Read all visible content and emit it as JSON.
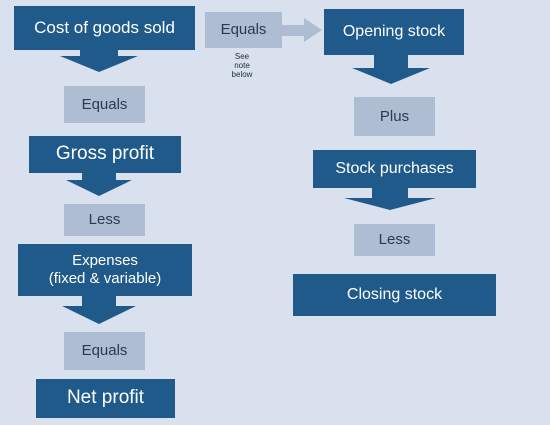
{
  "colors": {
    "background": "#d9e1ee",
    "dark_box": "#1f5a8a",
    "light_box": "#aebdd2",
    "arrow_dark": "#1f5a8a",
    "arrow_light": "#aebdd2"
  },
  "left_column": {
    "cost_of_goods_sold": "Cost of goods sold",
    "equals_1": "Equals",
    "gross_profit": "Gross profit",
    "less_1": "Less",
    "expenses_line1": "Expenses",
    "expenses_line2": "(fixed & variable)",
    "equals_2": "Equals",
    "net_profit": "Net profit"
  },
  "connector": {
    "equals": "Equals",
    "note_line1": "See",
    "note_line2": "note",
    "note_line3": "below"
  },
  "right_column": {
    "opening_stock": "Opening stock",
    "plus": "Plus",
    "stock_purchases": "Stock purchases",
    "less": "Less",
    "closing_stock": "Closing stock"
  }
}
